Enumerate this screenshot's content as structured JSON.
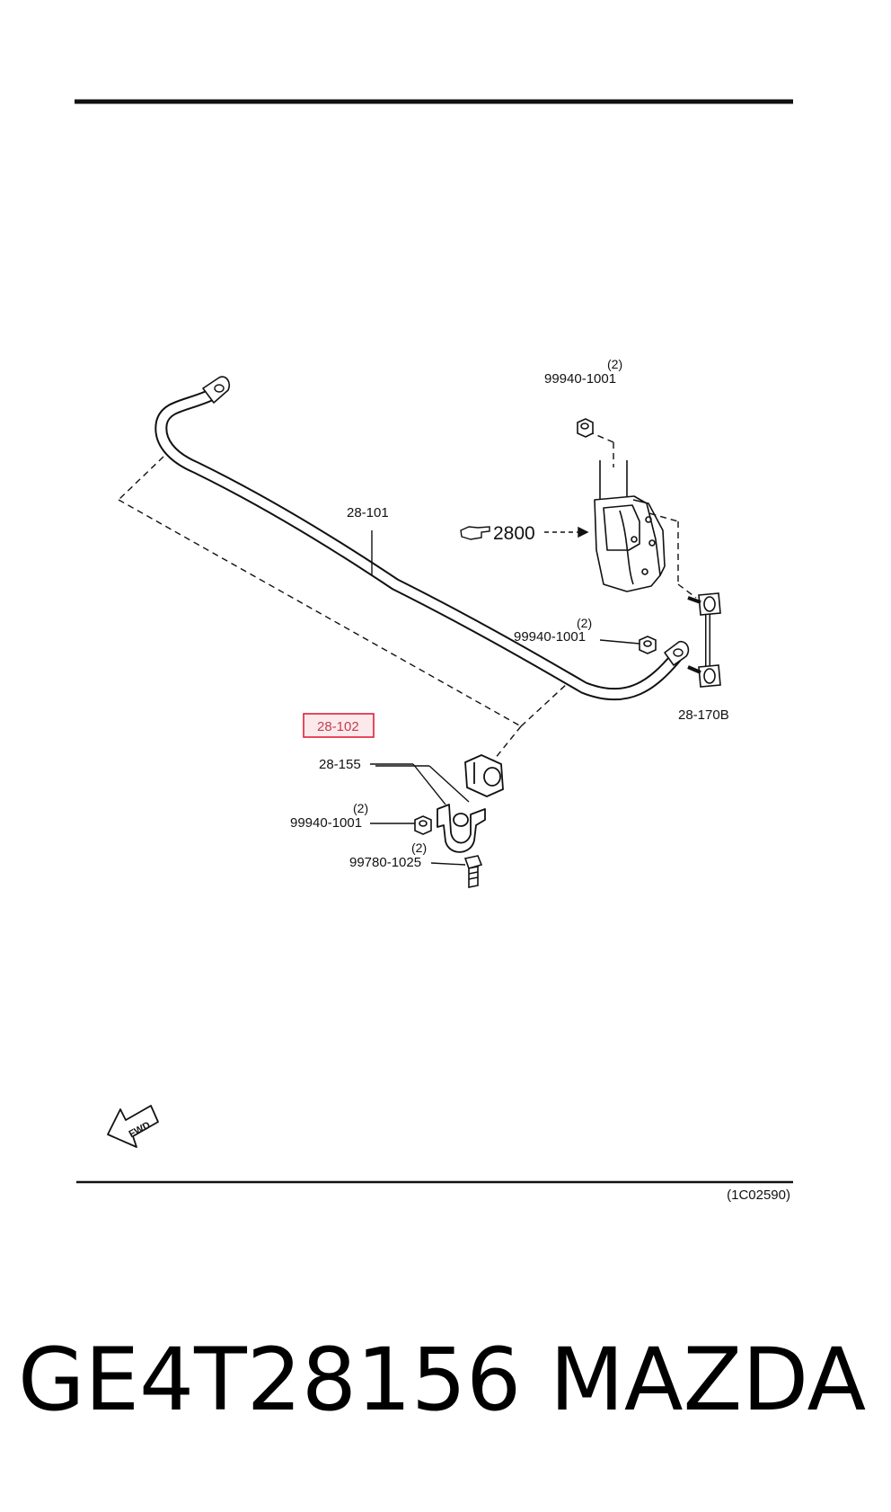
{
  "diagram": {
    "labels": {
      "nut_top_qty": "(2)",
      "nut_top": "99940-1001",
      "stabilizer_bar": "28-101",
      "strut_ref": "2800",
      "nut_mid_qty": "(2)",
      "nut_mid": "99940-1001",
      "link": "28-170B",
      "bushing": "28-102",
      "bracket": "28-155",
      "nut_low_qty": "(2)",
      "nut_low": "99940-1001",
      "bolt_qty": "(2)",
      "bolt": "99780-1025"
    },
    "highlighted_part": "28-102",
    "highlight_color": "#e0203a",
    "fwd_label": "FWD",
    "diagram_code": "(1C02590)"
  },
  "footer": {
    "part_number": "GE4T28156",
    "brand": "MAZDA"
  }
}
